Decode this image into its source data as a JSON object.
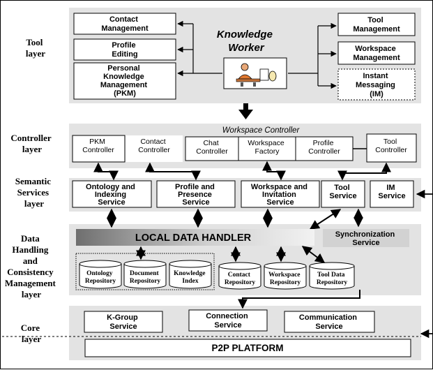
{
  "layers": {
    "tool": [
      "Tool",
      "layer"
    ],
    "controller": [
      "Controller",
      "layer"
    ],
    "semantic": [
      "Semantic",
      "Services",
      "layer"
    ],
    "data": [
      "Data",
      "Handling",
      "and",
      "Consistency",
      "Management",
      "layer"
    ],
    "core": [
      "Core",
      "layer"
    ]
  },
  "tool_layer": {
    "contact_management": [
      "Contact",
      "Management"
    ],
    "profile_editing": [
      "Profile",
      "Editing"
    ],
    "pkm": [
      "Personal",
      "Knowledge",
      "Management",
      "(PKM)"
    ],
    "knowledge_worker": [
      "Knowledge",
      "Worker"
    ],
    "tool_management": [
      "Tool",
      "Management"
    ],
    "workspace_management": [
      "Workspace",
      "Management"
    ],
    "instant_messaging": [
      "Instant",
      "Messaging",
      "(IM)"
    ]
  },
  "controller_layer": {
    "title": "Workspace Controller",
    "pkm_controller": [
      "PKM",
      "Controller"
    ],
    "contact_controller": [
      "Contact",
      "Controller"
    ],
    "chat_controller": [
      "Chat",
      "Controller"
    ],
    "workspace_factory": [
      "Workspace",
      "Factory"
    ],
    "profile_controller": [
      "Profile",
      "Controller"
    ],
    "tool_controller": [
      "Tool",
      "Controller"
    ]
  },
  "semantic_layer": {
    "ontology_indexing": [
      "Ontology and",
      "Indexing",
      "Service"
    ],
    "profile_presence": [
      "Profile and",
      "Presence",
      "Service"
    ],
    "workspace_invitation": [
      "Workspace and",
      "Invitation",
      "Service"
    ],
    "tool_service": [
      "Tool",
      "Service"
    ],
    "im_service": [
      "IM",
      "Service"
    ]
  },
  "data_layer": {
    "local_data_handler": "LOCAL DATA HANDLER",
    "synchronization": [
      "Synchronization",
      "Service"
    ],
    "ontology_repository": [
      "Ontology",
      "Repository"
    ],
    "document_repository": [
      "Document",
      "Repository"
    ],
    "knowledge_index": [
      "Knowledge",
      "Index"
    ],
    "contact_repository": [
      "Contact",
      "Repository"
    ],
    "workspace_repository": [
      "Workspace",
      "Repository"
    ],
    "tool_data_repository": [
      "Tool Data",
      "Repository"
    ]
  },
  "core_layer": {
    "kgroup": [
      "K-Group",
      "Service"
    ],
    "connection": [
      "Connection",
      "Service"
    ],
    "communication": [
      "Communication",
      "Service"
    ],
    "p2p": "P2P PLATFORM"
  },
  "colors": {
    "layer_bg": "#e3e3e3",
    "box_border": "#000000",
    "ldh_gradient": [
      "#6f6f6f",
      "#f2f2f2"
    ]
  }
}
